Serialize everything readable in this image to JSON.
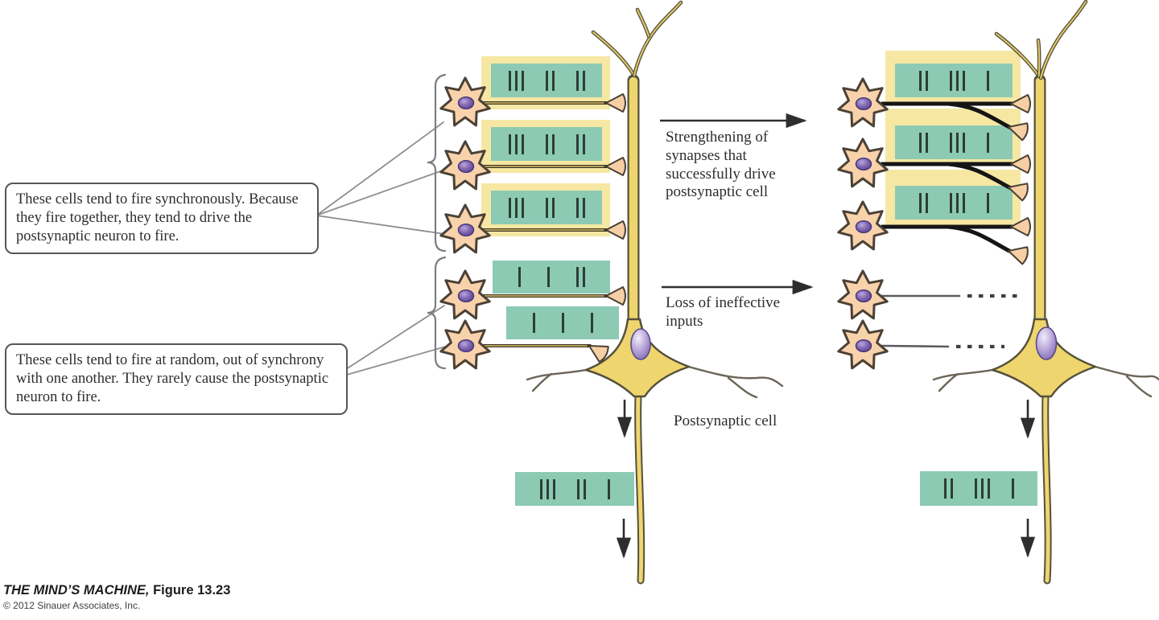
{
  "callouts": {
    "synchronous": "These cells tend to fire synchronously. Because they fire together, they tend to drive the postsynaptic neuron to fire.",
    "random": "These cells tend to fire at random, out of synchrony with one another. They rarely cause the postsynaptic neuron to fire."
  },
  "annotations": {
    "strengthening": "Strengthening of synapses that successfully drive postsynaptic cell",
    "loss": "Loss of ineffective inputs",
    "postsynaptic_cell": "Postsynaptic cell"
  },
  "attribution": {
    "book": "THE MIND’S MACHINE,",
    "figure": "Figure 13.23",
    "copyright": "© 2012 Sinauer Associates, Inc."
  },
  "spike_trains": {
    "before_synchronous": [
      [
        3,
        2,
        2
      ],
      [
        3,
        2,
        2
      ],
      [
        3,
        2,
        2
      ]
    ],
    "before_random": [
      [
        1,
        1,
        2
      ],
      [
        1,
        1,
        1
      ]
    ],
    "after_strengthened": [
      [
        2,
        3,
        1
      ],
      [
        2,
        3,
        1
      ],
      [
        2,
        3,
        1
      ]
    ],
    "output_before": [
      3,
      2,
      1
    ],
    "output_after": [
      2,
      3,
      1
    ]
  },
  "colors": {
    "train_teal": "#8dcab3",
    "spike_dark": "#2c3e37",
    "highlight_yellow": "#f6e7a3",
    "presynaptic_body": "#f8d2ab",
    "nucleus_purple": "#7c62ab",
    "postsynaptic_yellow": "#eed56e",
    "strong_axon_black": "#151515"
  }
}
